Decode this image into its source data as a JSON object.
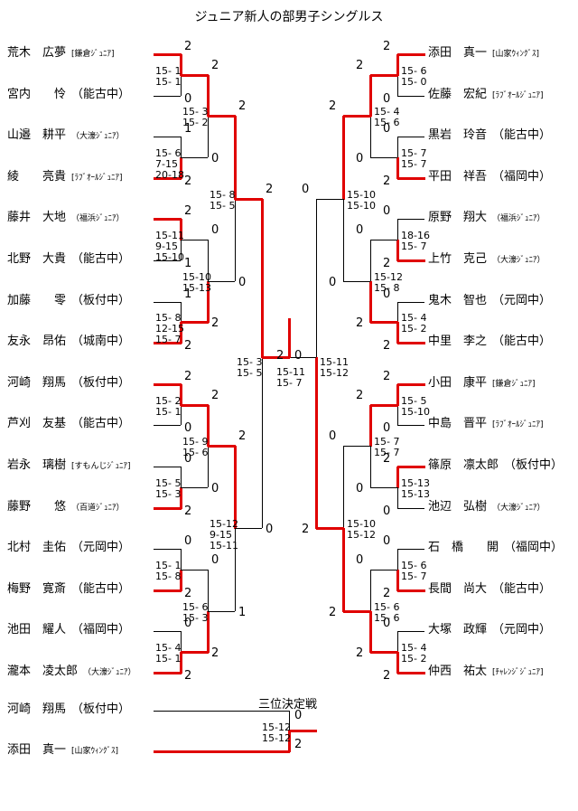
{
  "title": "ジュニア新人の部男子シングルス",
  "left_players": [
    {
      "name": "荒木　広夢",
      "club": "[鎌倉ｼﾞｭﾆｱ]",
      "small": true
    },
    {
      "name": "宮内　　怜",
      "club": "（能古中）",
      "small": false
    },
    {
      "name": "山邉　耕平",
      "club": "（大濠ｼﾞｭﾆｱ）",
      "small": true
    },
    {
      "name": "綾　　亮貴",
      "club": "[ﾗﾌﾞｵｰﾙｼﾞｭﾆｱ]",
      "small": true
    },
    {
      "name": "藤井　大地",
      "club": "（福浜ｼﾞｭﾆｱ）",
      "small": true
    },
    {
      "name": "北野　大貴",
      "club": "（能古中）",
      "small": false
    },
    {
      "name": "加藤　　零",
      "club": "（板付中）",
      "small": false
    },
    {
      "name": "友永　昂佑",
      "club": "（城南中）",
      "small": false
    },
    {
      "name": "河崎　翔馬",
      "club": "（板付中）",
      "small": false
    },
    {
      "name": "芦刈　友基",
      "club": "（能古中）",
      "small": false
    },
    {
      "name": "岩永　璃樹",
      "club": "[すもんじｼﾞｭﾆｱ]",
      "small": true
    },
    {
      "name": "藤野　　悠",
      "club": "（百道ｼﾞｭﾆｱ）",
      "small": true
    },
    {
      "name": "北村　圭佑",
      "club": "（元岡中）",
      "small": false
    },
    {
      "name": "梅野　寛斎",
      "club": "（能古中）",
      "small": false
    },
    {
      "name": "池田　耀人",
      "club": "（福岡中）",
      "small": false
    },
    {
      "name": "瀧本　凌太郎",
      "club": "（大濠ｼﾞｭﾆｱ）",
      "small": true
    }
  ],
  "right_players": [
    {
      "name": "添田　真一",
      "club": "[山家ｳｨﾝｸﾞｽ]",
      "small": true
    },
    {
      "name": "佐藤　宏紀",
      "club": "[ﾗﾌﾞｵｰﾙｼﾞｭﾆｱ]",
      "small": true
    },
    {
      "name": "黒岩　玲音",
      "club": "（能古中）",
      "small": false
    },
    {
      "name": "平田　祥吾",
      "club": "（福岡中）",
      "small": false
    },
    {
      "name": "原野　翔大",
      "club": "（福浜ｼﾞｭﾆｱ）",
      "small": true
    },
    {
      "name": "上竹　克己",
      "club": "（大濠ｼﾞｭﾆｱ）",
      "small": true
    },
    {
      "name": "鬼木　智也",
      "club": "（元岡中）",
      "small": false
    },
    {
      "name": "中里　李之",
      "club": "（能古中）",
      "small": false
    },
    {
      "name": "小田　康平",
      "club": "[鎌倉ｼﾞｭﾆｱ]",
      "small": true
    },
    {
      "name": "中島　晋平",
      "club": "[ﾗﾌﾞｵｰﾙｼﾞｭﾆｱ]",
      "small": true
    },
    {
      "name": "篠原　凛太郎",
      "club": "（板付中）",
      "small": false
    },
    {
      "name": "池辺　弘樹",
      "club": "（大濠ｼﾞｭﾆｱ）",
      "small": true
    },
    {
      "name": "石　橋　　開",
      "club": "（福岡中）",
      "small": false
    },
    {
      "name": "長間　尚大",
      "club": "（能古中）",
      "small": false
    },
    {
      "name": "大塚　政輝",
      "club": "（元岡中）",
      "small": false
    },
    {
      "name": "仲西　祐太",
      "club": "[ﾁｬﾚﾝｼﾞｼﾞｭﾆｱ]",
      "small": true
    }
  ],
  "left_matches_r1": [
    {
      "top": "2",
      "bottom": "0",
      "sets": [
        "15- 1",
        "15- 1"
      ]
    },
    {
      "top": "1",
      "bottom": "2",
      "sets": [
        "15- 6",
        "7-15",
        "20-18"
      ]
    },
    {
      "top": "2",
      "bottom": "1",
      "sets": [
        "15-11",
        "9-15",
        "15-10"
      ]
    },
    {
      "top": "1",
      "bottom": "2",
      "sets": [
        "15- 8",
        "12-15",
        "15- 7"
      ]
    },
    {
      "top": "2",
      "bottom": "0",
      "sets": [
        "15- 2",
        "15- 1"
      ]
    },
    {
      "top": "0",
      "bottom": "2",
      "sets": [
        "15- 5",
        "15- 3"
      ]
    },
    {
      "top": "0",
      "bottom": "2",
      "sets": [
        "15- 1",
        "15- 8"
      ]
    },
    {
      "top": "0",
      "bottom": "2",
      "sets": [
        "15- 4",
        "15- 1"
      ]
    }
  ],
  "left_matches_r2": [
    {
      "top": "2",
      "bottom": "0",
      "sets": [
        "15- 3",
        "15- 2"
      ]
    },
    {
      "top": "0",
      "bottom": "2",
      "sets": [
        "15-10",
        "15-13"
      ]
    },
    {
      "top": "2",
      "bottom": "0",
      "sets": [
        "15- 9",
        "15- 6"
      ]
    },
    {
      "top": "0",
      "bottom": "2",
      "sets": [
        "15- 6",
        "15- 3"
      ]
    }
  ],
  "left_matches_r3": [
    {
      "top": "2",
      "bottom": "0",
      "sets": [
        "15- 8",
        "15- 5"
      ]
    },
    {
      "top": "2",
      "bottom": "1",
      "sets": [
        "15-12",
        "9-15",
        "15-11"
      ]
    }
  ],
  "left_semi": {
    "top": "2",
    "bottom": "0",
    "sets": [
      "15- 3",
      "15- 5"
    ]
  },
  "right_matches_r1": [
    {
      "top": "2",
      "bottom": "0",
      "sets": [
        "15- 6",
        "15- 0"
      ]
    },
    {
      "top": "0",
      "bottom": "2",
      "sets": [
        "15- 7",
        "15- 7"
      ]
    },
    {
      "top": "0",
      "bottom": "2",
      "sets": [
        "18-16",
        "15- 7"
      ]
    },
    {
      "top": "0",
      "bottom": "2",
      "sets": [
        "15- 4",
        "15- 2"
      ]
    },
    {
      "top": "2",
      "bottom": "0",
      "sets": [
        "15- 5",
        "15-10"
      ]
    },
    {
      "top": "2",
      "bottom": "0",
      "sets": [
        "15-13",
        "15-13"
      ]
    },
    {
      "top": "0",
      "bottom": "2",
      "sets": [
        "15- 6",
        "15- 7"
      ]
    },
    {
      "top": "0",
      "bottom": "2",
      "sets": [
        "15- 4",
        "15- 2"
      ]
    }
  ],
  "right_matches_r2": [
    {
      "top": "2",
      "bottom": "0",
      "sets": [
        "15- 4",
        "15- 6"
      ]
    },
    {
      "top": "0",
      "bottom": "2",
      "sets": [
        "15-12",
        "15- 8"
      ]
    },
    {
      "top": "2",
      "bottom": "0",
      "sets": [
        "15- 7",
        "15- 7"
      ]
    },
    {
      "top": "0",
      "bottom": "2",
      "sets": [
        "15- 6",
        "15- 6"
      ]
    }
  ],
  "right_matches_r3": [
    {
      "top": "2",
      "bottom": "0",
      "sets": [
        "15-10",
        "15-10"
      ]
    },
    {
      "top": "0",
      "bottom": "2",
      "sets": [
        "15-10",
        "15-12"
      ]
    }
  ],
  "right_semi": {
    "top": "0",
    "bottom": "2",
    "sets": [
      "15-11",
      "15-12"
    ]
  },
  "final": {
    "left": "2",
    "right": "0",
    "sets": [
      "15-11",
      "15- 7"
    ]
  },
  "third_place": {
    "title": "三位決定戦",
    "top_player": {
      "name": "河崎　翔馬",
      "club": "（板付中）",
      "small": false
    },
    "bottom_player": {
      "name": "添田　真一",
      "club": "[山家ｳｨﾝｸﾞｽ]",
      "small": true
    },
    "top_score": "0",
    "bottom_score": "2",
    "sets": [
      "15-12",
      "15-12"
    ]
  }
}
